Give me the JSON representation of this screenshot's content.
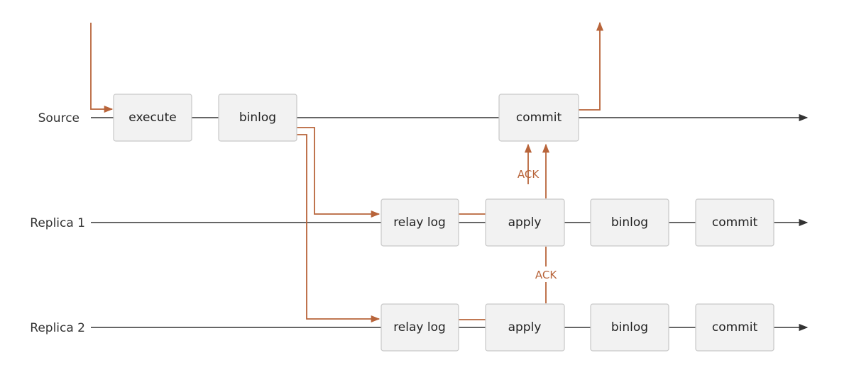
{
  "lanes": {
    "source": "Source",
    "replica1": "Replica 1",
    "replica2": "Replica 2"
  },
  "source_boxes": {
    "execute": "execute",
    "binlog": "binlog",
    "commit": "commit"
  },
  "replica1_boxes": {
    "relay_log": "relay log",
    "apply": "apply",
    "binlog": "binlog",
    "commit": "commit"
  },
  "replica2_boxes": {
    "relay_log": "relay log",
    "apply": "apply",
    "binlog": "binlog",
    "commit": "commit"
  },
  "acks": {
    "replica1": "ACK",
    "replica2": "ACK"
  },
  "colors": {
    "flow": "#b8643a",
    "timeline": "#333333",
    "box_fill": "#f2f2f2"
  }
}
